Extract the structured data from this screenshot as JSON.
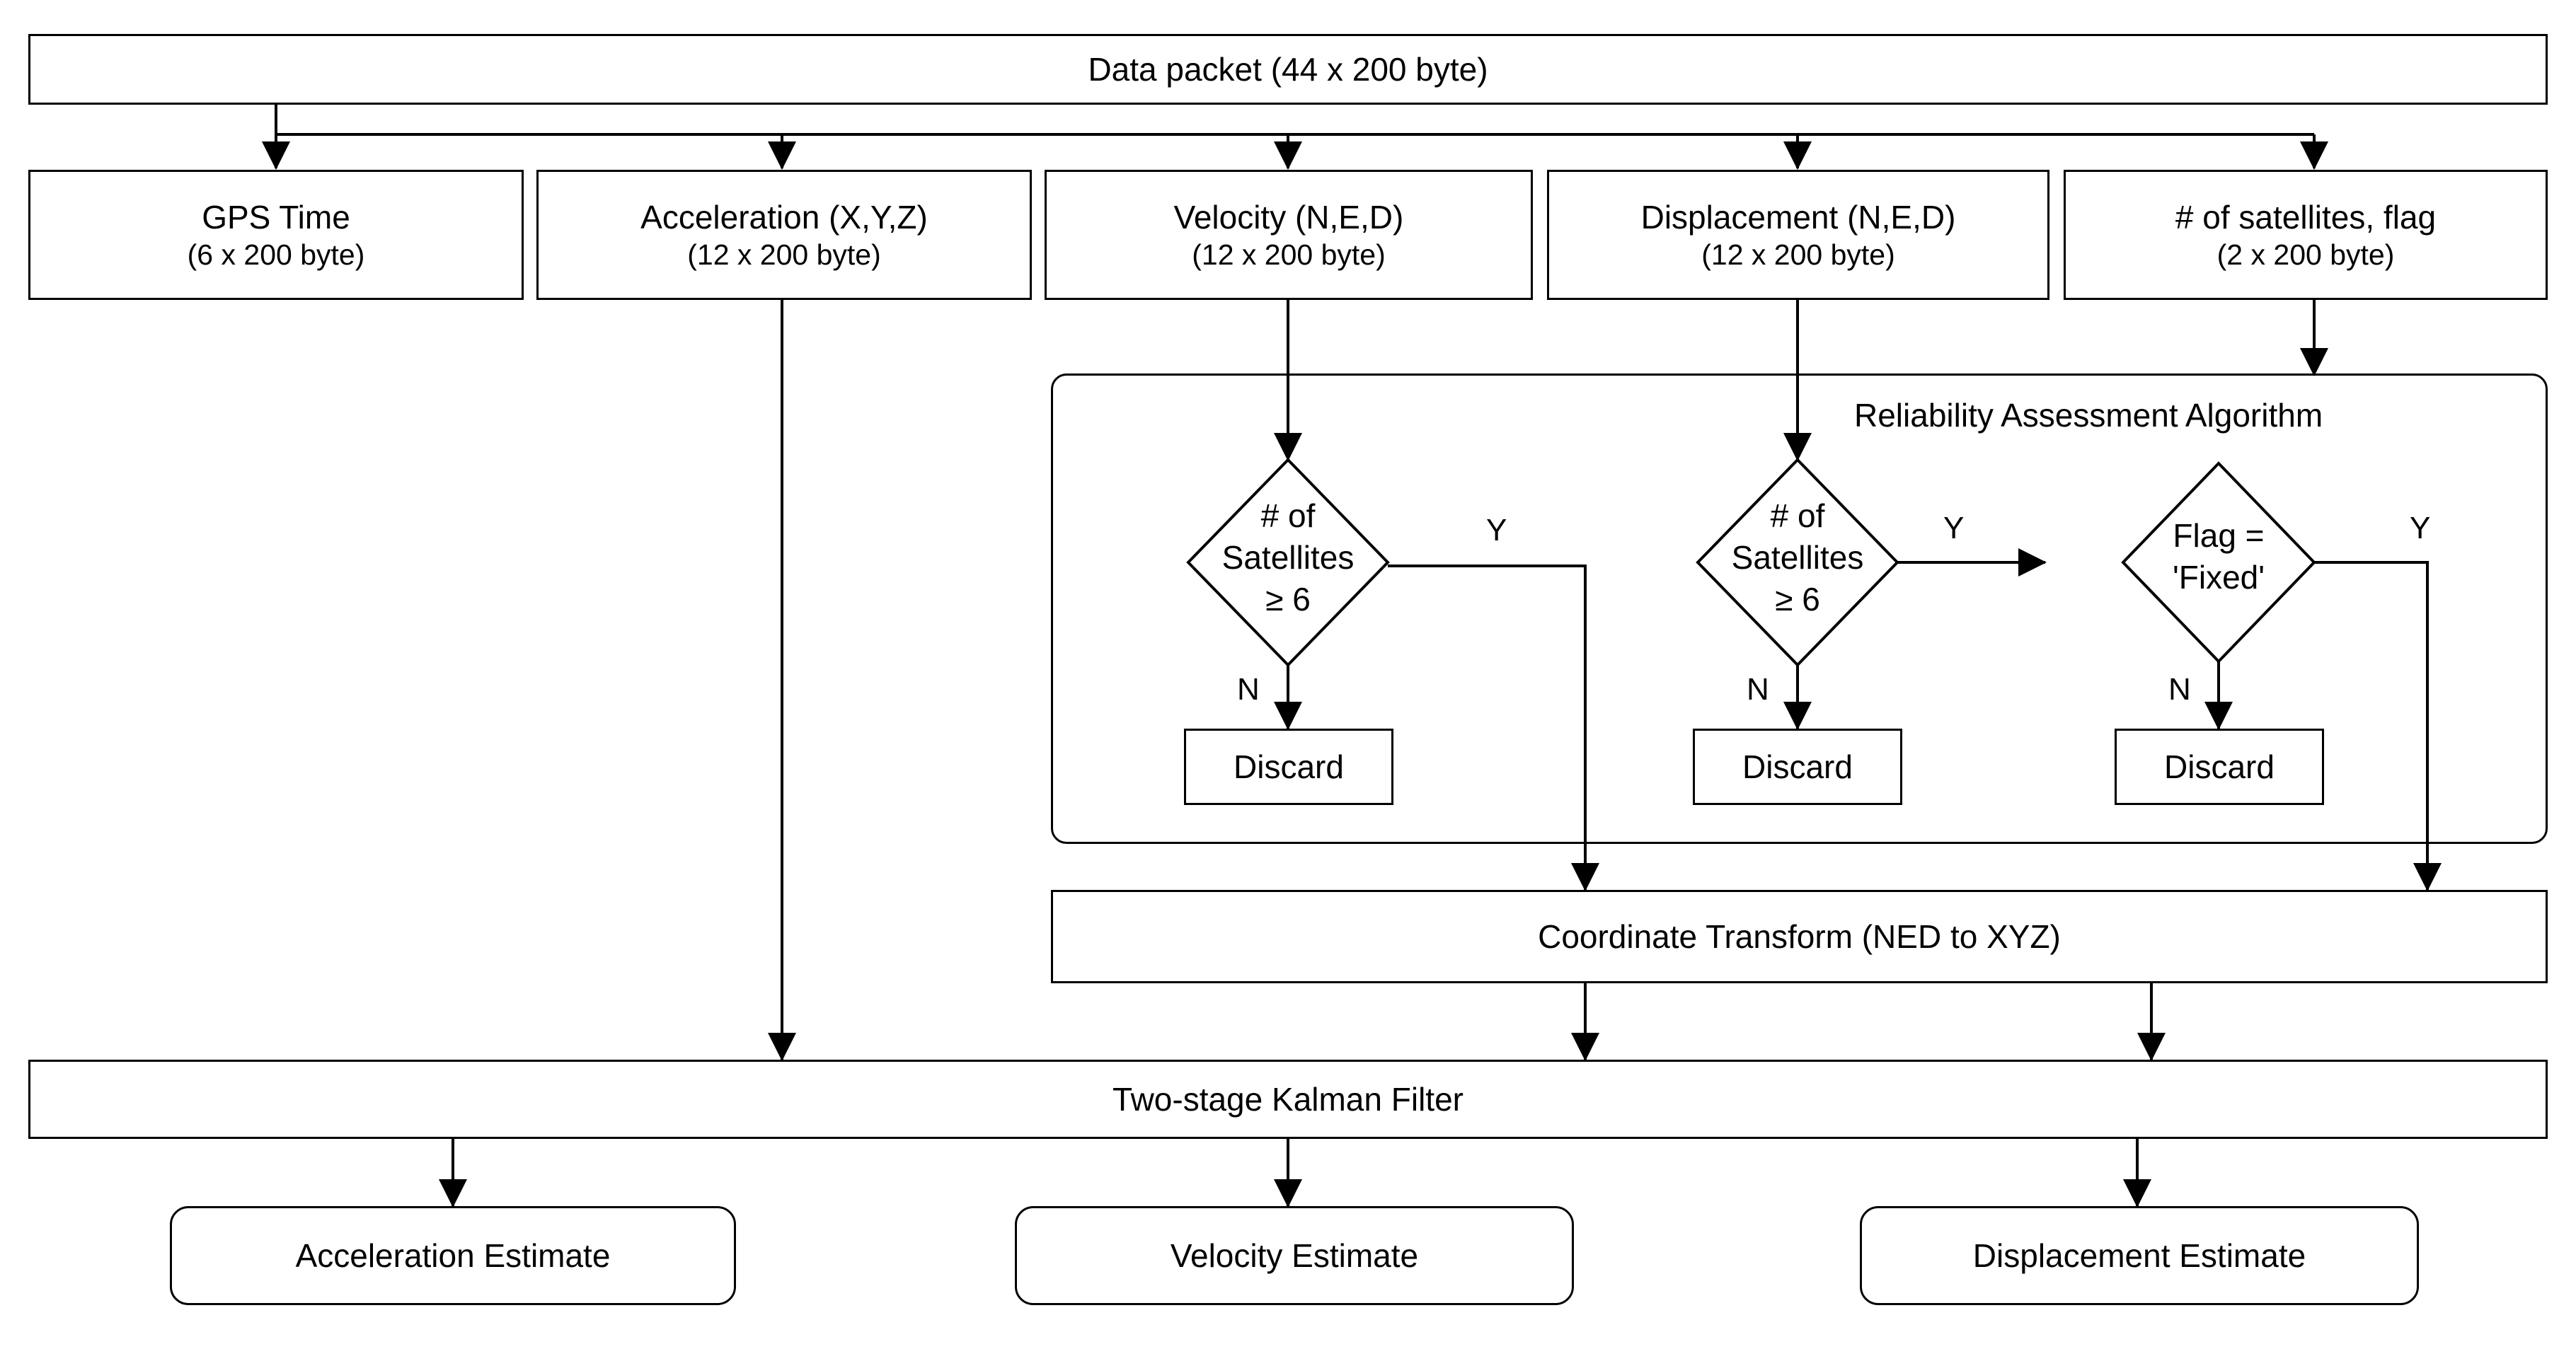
{
  "diagram": {
    "title_node": {
      "label": "Data packet (44 x 200 byte)"
    },
    "inputs": [
      {
        "name": "gps-time",
        "line1": "GPS Time",
        "line2": "(6 x 200 byte)"
      },
      {
        "name": "acceleration",
        "line1": "Acceleration (X,Y,Z)",
        "line2": "(12 x 200 byte)"
      },
      {
        "name": "velocity",
        "line1": "Velocity (N,E,D)",
        "line2": "(12 x 200 byte)"
      },
      {
        "name": "displacement",
        "line1": "Displacement (N,E,D)",
        "line2": "(12 x 200 byte)"
      },
      {
        "name": "satellites-flag",
        "line1": "# of satellites, flag",
        "line2": "(2 x 200 byte)"
      }
    ],
    "group": {
      "label": "Reliability Assessment Algorithm"
    },
    "decisions": [
      {
        "name": "sat-check-velocity",
        "line1": "# of",
        "line2": "Satellites",
        "line3": "≥ 6",
        "yes": "Y",
        "no": "N"
      },
      {
        "name": "sat-check-displacement",
        "line1": "# of",
        "line2": "Satellites",
        "line3": "≥ 6",
        "yes": "Y",
        "no": "N"
      },
      {
        "name": "flag-check",
        "line1": "Flag =",
        "line2": "'Fixed'",
        "line3": "",
        "yes": "Y",
        "no": "N"
      }
    ],
    "discards": [
      {
        "label": "Discard"
      },
      {
        "label": "Discard"
      },
      {
        "label": "Discard"
      }
    ],
    "transform": {
      "label": "Coordinate Transform (NED to XYZ)"
    },
    "filter": {
      "label": "Two-stage Kalman Filter"
    },
    "outputs": [
      {
        "name": "acceleration-estimate",
        "label": "Acceleration Estimate"
      },
      {
        "name": "velocity-estimate",
        "label": "Velocity Estimate"
      },
      {
        "name": "displacement-estimate",
        "label": "Displacement Estimate"
      }
    ]
  }
}
